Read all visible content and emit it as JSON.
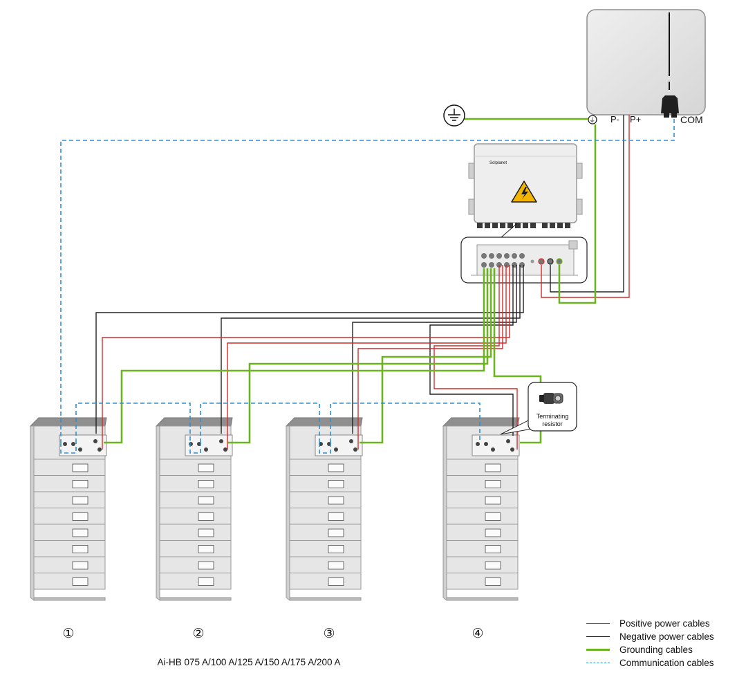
{
  "inverter": {
    "terminals": {
      "ground": "⏚",
      "p_minus": "P-",
      "p_plus": "P+",
      "com": "COM"
    }
  },
  "combiner_box": {
    "brand": "Solplanet"
  },
  "resistor_callout": {
    "label_line1": "Terminating",
    "label_line2": "resistor"
  },
  "batteries": [
    {
      "number": "①"
    },
    {
      "number": "②"
    },
    {
      "number": "③"
    },
    {
      "number": "④"
    }
  ],
  "model_caption": "Ai-HB 075 A/100 A/125 A/150 A/175 A/200 A",
  "legend": [
    {
      "label": "Positive power cables",
      "color": "#d42a2a",
      "style": "solid",
      "width": 1.5
    },
    {
      "label": "Negative power cables",
      "color": "#222222",
      "style": "solid",
      "width": 1.5
    },
    {
      "label": "Grounding cables",
      "color": "#6cb320",
      "style": "solid",
      "width": 3
    },
    {
      "label": "Communication cables",
      "color": "#2f8fd0",
      "style": "dashed",
      "width": 1.8
    }
  ],
  "colors": {
    "positive": "#d42a2a",
    "negative": "#222222",
    "ground": "#6cb320",
    "communication": "#2f8fd0",
    "device_fill": "#e6e6e6",
    "device_stroke": "#9a9a9a"
  }
}
